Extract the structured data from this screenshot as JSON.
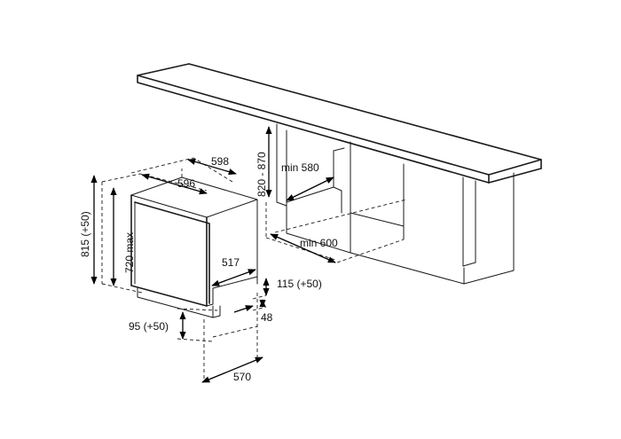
{
  "dimensions": {
    "d598": "598",
    "d596": "596",
    "d820_870": "820 - 870",
    "min580": "min 580",
    "min600": "min 600",
    "d815": "815 (+50)",
    "d720": "720 max",
    "d517": "517",
    "d115": "115 (+50)",
    "d48": "48",
    "d95": "95 (+50)",
    "d570": "570"
  }
}
